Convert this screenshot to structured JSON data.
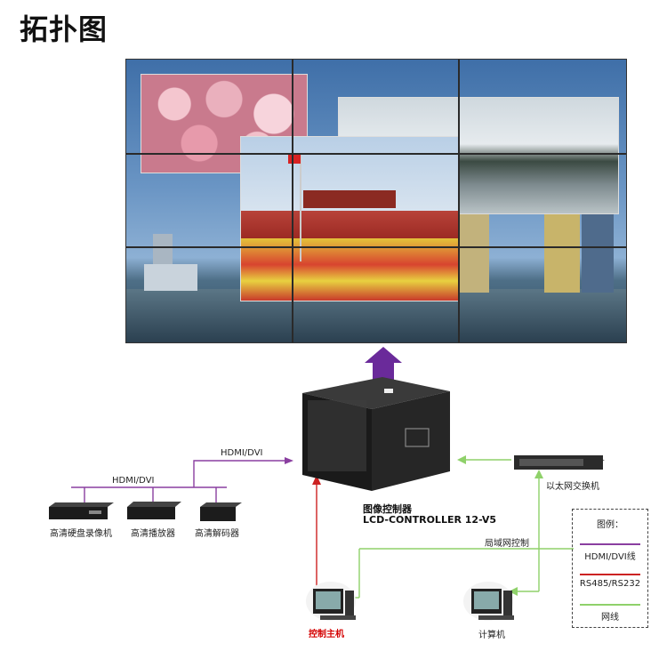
{
  "title": "拓扑图",
  "screen": {
    "interface_label": "HDMI/DVI"
  },
  "controller": {
    "name": "图像控制器",
    "model": "LCD-CONTROLLER 12-V5"
  },
  "sources": {
    "bus_label": "HDMI/DVI",
    "devices": [
      {
        "label": "高清硬盘录像机"
      },
      {
        "label": "高清播放器"
      },
      {
        "label": "高清解码器"
      }
    ]
  },
  "network": {
    "switch_label": "以太网交换机",
    "lan_label": "局域网控制",
    "control_host_label": "控制主机",
    "computer_label": "计算机"
  },
  "legend": {
    "title": "图例：",
    "items": [
      {
        "label": "HDMI/DVI线",
        "color": "#8a3fa0"
      },
      {
        "label": "RS485/RS232",
        "color": "#cc2222"
      },
      {
        "label": "网线",
        "color": "#8fd16a"
      }
    ]
  },
  "colors": {
    "hdmi": "#8a3fa0",
    "serial": "#cc2222",
    "network": "#8fd16a",
    "arrow": "#6a2a9a"
  }
}
